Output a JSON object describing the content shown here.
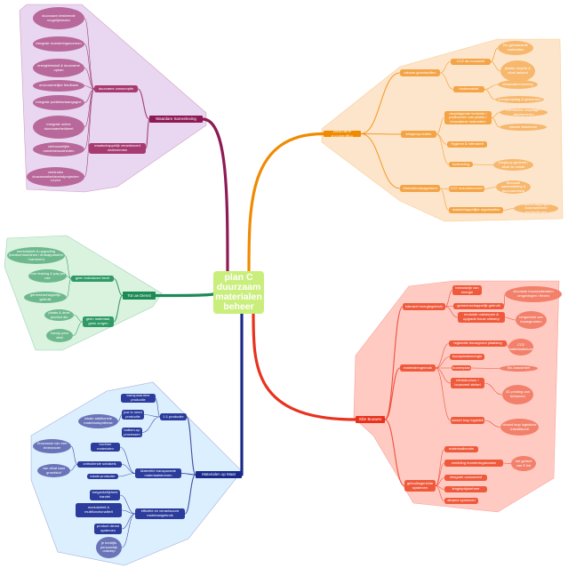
{
  "center": {
    "title": "plan C duurzaam materialen beheer",
    "color": "#c9ee7c"
  },
  "branches": [
    {
      "key": "purple",
      "colors": {
        "main": "#8c1a55",
        "node": "#a83a72",
        "leaf": "#b8689a",
        "area": "#e9d6f1",
        "line": "#8c1a55"
      },
      "root": {
        "text": "Waardare Samenleving",
        "children": [
          {
            "text": "duurzame consumptie",
            "children": [
              {
                "text": "duurzaam besteende mogelijkheden"
              },
              {
                "text": "integrale investeringsnormen"
              },
              {
                "text": "energiebesluit & duurzame opkan"
              },
              {
                "text": "omzonamelijke feedback"
              },
              {
                "text": "integrale publieksdaangagne"
              },
              {
                "text": "integrale online duurzaamheidseel"
              },
              {
                "text": "verbouwelijke ruimtebewustheden"
              },
              {
                "text": "verbinden duurzaamheidsmindprojecten Leven"
              }
            ]
          },
          {
            "text": "maatschappelijk verantwoord ondernemen"
          }
        ]
      }
    },
    {
      "key": "orange",
      "colors": {
        "main": "#f08a00",
        "node": "#f4a446",
        "leaf": "#f7b76c",
        "area": "#fde5cb",
        "line": "#f08a00"
      },
      "root": {
        "text": "Duurzame Kunststoffen",
        "children": [
          {
            "text": "nieuwe grondstoffen",
            "children": [
              {
                "text": "CO2 als bouwstof",
                "children": [
                  {
                    "text": "bio-gebaseerde materialen"
                  },
                  {
                    "text": "plastic recycle & afval dakstof"
                  }
                ]
              },
              {
                "text": "biobrandstof",
                "children": [
                  {
                    "text": "afvalwaterzuivering"
                  },
                  {
                    "text": "energieopslag & gebouwen"
                  }
                ]
              }
            ]
          },
          {
            "text": "kringloop-butten",
            "children": [
              {
                "text": "recyclagende techniek / produceren van plastic / innovatieve materialen",
                "children": [
                  {
                    "text": "chemische recyclage / depolymeren"
                  },
                  {
                    "text": "nieuwe structuren"
                  }
                ]
              },
              {
                "text": "Hygiene & intensiteit"
              },
              {
                "text": "inzameling",
                "children": [
                  {
                    "text": "kringloop gedeeld / afval vs ruimte"
                  }
                ]
              }
            ]
          },
          {
            "text": "Verbetermanagement",
            "children": [
              {
                "text": "CO2 reductienormen",
                "children": [
                  {
                    "text": "Bewuste aanbesteding & duurzaamheid"
                  }
                ]
              },
              {
                "text": "maatschappelijke organisaties",
                "children": [
                  {
                    "text": "maatschappelijke duurzaamheid doelstellingen"
                  }
                ]
              }
            ]
          }
        ]
      }
    },
    {
      "key": "green",
      "colors": {
        "main": "#1e8a55",
        "node": "#2f9a65",
        "leaf": "#6db98d",
        "area": "#d9f3df",
        "line": "#1e8a55"
      },
      "root": {
        "text": "Tot uw Dienst",
        "children": [
          {
            "text": "geen individueel bezit",
            "children": [
              {
                "text": "modulariteit & upgrading (kantoormachines / drukapparaten / kantoren)"
              },
              {
                "text": "voor leasing & pay per use"
              },
              {
                "text": "gemeenschappelijk gebruik"
              }
            ]
          },
          {
            "text": "geen materiaal, geen zorgen",
            "children": [
              {
                "text": "plaats & deze product als"
              },
              {
                "text": "handy pers deal"
              }
            ]
          }
        ]
      }
    },
    {
      "key": "red",
      "colors": {
        "main": "#e8321e",
        "node": "#f05a3c",
        "leaf": "#f2806a",
        "area": "#ffcac2",
        "line": "#e8321e"
      },
      "root": {
        "text": "Slim Bouwen",
        "children": [
          {
            "text": "intensief energiegebruik",
            "children": [
              {
                "text": "bewustzijn van energie"
              },
              {
                "text": "gemeenschappelijk gebruik",
                "children": [
                  {
                    "text": "circulaire bouwmaterialen omgevingen / flexen"
                  }
                ]
              },
              {
                "text": "modulair ontwerpen & upgrade bouw ontwerp",
                "children": [
                  {
                    "text": "hergebruik van bouwgronden"
                  }
                ]
              }
            ]
          },
          {
            "text": "materialengebruik",
            "children": [
              {
                "text": "regionale bouwgrond plaatsing",
                "children": [
                  {
                    "text": "CO2 materiaalkeuze"
                  }
                ]
              },
              {
                "text": "bouwplaatsenergie"
              },
              {
                "text": "bodemplan",
                "children": [
                  {
                    "text": "bio-industrieel"
                  }
                ]
              },
              {
                "text": "infrastructuur / bouwveel stelsel",
                "children": [
                  {
                    "text": "3D printing van betonnen"
                  }
                ]
              },
              {
                "text": "closed loop logistiek",
                "children": [
                  {
                    "text": "closed loop logistieke transitieunit"
                  }
                ]
              }
            ]
          },
          {
            "text": "gebruiksgerichte systemen",
            "children": [
              {
                "text": "materiaalkennis"
              },
              {
                "text": "verdeling investeringskosten",
                "children": [
                  {
                    "text": "het geheel van E lint"
                  }
                ]
              },
              {
                "text": "integrale consument"
              },
              {
                "text": "lengteprijsbeheer"
              },
              {
                "text": "afname systemen"
              }
            ]
          }
        ]
      }
    },
    {
      "key": "blue",
      "colors": {
        "main": "#1a2a8a",
        "node": "#2b3c9c",
        "leaf": "#6a74b9",
        "area": "#dcefff",
        "line": "#1a2a8a"
      },
      "root": {
        "text": "Materialen op Maat",
        "children": [
          {
            "text": "1:1 productie",
            "children": [
              {
                "text": "transparantere productie"
              },
              {
                "text": "just in need productie",
                "children": [
                  {
                    "text": "lokale additionele materiaalsynthese"
                  }
                ]
              },
              {
                "text": "bottom-up processen"
              }
            ]
          },
          {
            "text": "Materiële transparante materiaalstromen",
            "children": [
              {
                "text": "bovliner materialen"
              },
              {
                "text": "onthullende schakels",
                "children": [
                  {
                    "text": "Duurzaam van een leverancier"
                  },
                  {
                    "text": "van afval naar grondstof"
                  }
                ]
              },
              {
                "text": "lokale productie"
              }
            ]
          },
          {
            "text": "efficiënt en verantwoord materiaalgebruik",
            "children": [
              {
                "text": "toegankelijkheid handel"
              },
              {
                "text": "modulariteit & multifunctionaliteit"
              },
              {
                "text": "product dienst systemen"
              },
              {
                "text": "je bedrijfs persoonlijk ontwerp"
              }
            ]
          }
        ]
      }
    }
  ]
}
